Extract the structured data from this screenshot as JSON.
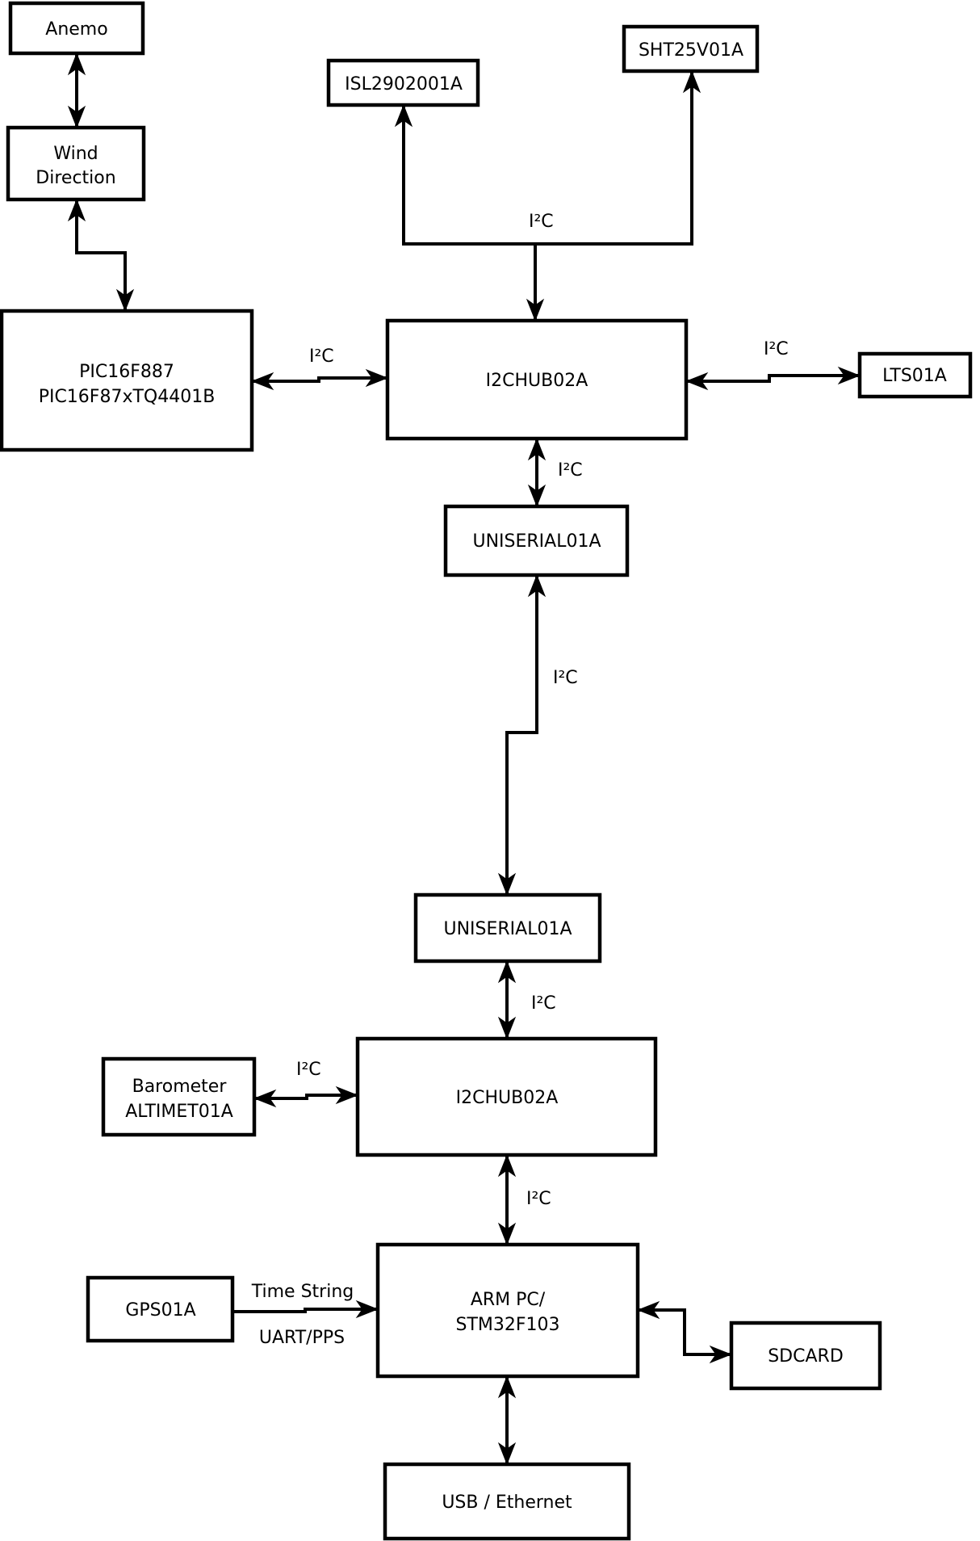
{
  "diagram": {
    "type": "block-diagram",
    "colors": {
      "background": "#ffffff",
      "box_fill": "#ffffff",
      "line": "#000000",
      "text": "#000000"
    },
    "nodes": {
      "anemo": {
        "label": "Anemo"
      },
      "wind_direction": {
        "line1": "Wind",
        "line2": "Direction"
      },
      "isl": {
        "label": "ISL2902001A"
      },
      "sht": {
        "label": "SHT25V01A"
      },
      "pic": {
        "line1": "PIC16F887",
        "line2": "PIC16F87xTQ4401B"
      },
      "hub_top": {
        "label": "I2CHUB02A"
      },
      "lts": {
        "label": "LTS01A"
      },
      "uniserial_top": {
        "label": "UNISERIAL01A"
      },
      "uniserial_bottom": {
        "label": "UNISERIAL01A"
      },
      "hub_bottom": {
        "label": "I2CHUB02A"
      },
      "barometer": {
        "line1": "Barometer",
        "line2": "ALTIMET01A"
      },
      "gps": {
        "label": "GPS01A"
      },
      "arm": {
        "line1": "ARM PC/",
        "line2": "STM32F103"
      },
      "sdcard": {
        "label": "SDCARD"
      },
      "usb": {
        "label": "USB / Ethernet"
      }
    },
    "edges": [
      {
        "from": "anemo",
        "to": "wind_direction",
        "direction": "both"
      },
      {
        "from": "wind_direction",
        "to": "pic",
        "direction": "both"
      },
      {
        "from": "pic",
        "to": "hub_top",
        "direction": "both",
        "label": "I²C"
      },
      {
        "from": "hub_top",
        "to": [
          "isl",
          "sht"
        ],
        "direction": "out",
        "label": "I²C"
      },
      {
        "from": "hub_top",
        "to": "lts",
        "direction": "both",
        "label": "I²C"
      },
      {
        "from": "hub_top",
        "to": "uniserial_top",
        "direction": "both",
        "label": "I²C"
      },
      {
        "from": "uniserial_top",
        "to": "uniserial_bottom",
        "direction": "both",
        "label": "I²C"
      },
      {
        "from": "uniserial_bottom",
        "to": "hub_bottom",
        "direction": "both",
        "label": "I²C"
      },
      {
        "from": "barometer",
        "to": "hub_bottom",
        "direction": "both",
        "label": "I²C"
      },
      {
        "from": "hub_bottom",
        "to": "arm",
        "direction": "both",
        "label": "I²C"
      },
      {
        "from": "gps",
        "to": "arm",
        "direction": "one-way",
        "label_top": "Time String",
        "label_bottom": "UART/PPS"
      },
      {
        "from": "arm",
        "to": "sdcard",
        "direction": "both"
      },
      {
        "from": "arm",
        "to": "usb",
        "direction": "both"
      }
    ]
  }
}
